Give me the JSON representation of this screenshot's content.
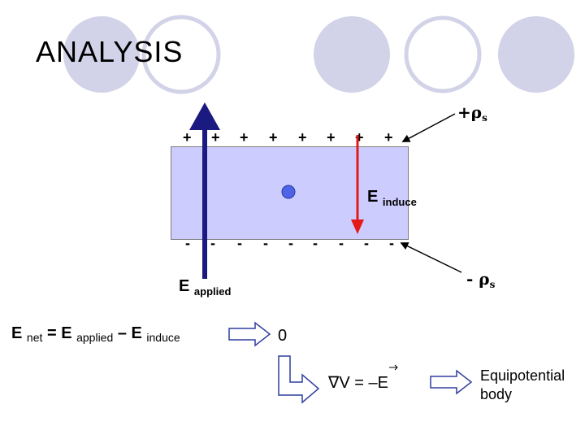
{
  "title": "ANALYSIS",
  "diagram": {
    "plus_signs": [
      "+",
      "+",
      "+",
      "+",
      "+",
      "+",
      "+",
      "+"
    ],
    "minus_signs": [
      "-",
      "-",
      "-",
      "-",
      "-",
      "-",
      "-",
      "-",
      "-"
    ],
    "rho_pos_label": "+ρ",
    "rho_pos_sub": "s",
    "rho_neg_label": "- ρ",
    "rho_neg_sub": "s",
    "e_induce_main": "E",
    "e_induce_sub": "induce",
    "e_applied_main": "E",
    "e_applied_sub": "applied",
    "colors": {
      "plate": "#ccccff",
      "applied_arrow": "#1a1a80",
      "induce_arrow": "#e61919",
      "charge_dot": "#4e63e6",
      "decorative_circles": "#d2d2e8"
    }
  },
  "equation": {
    "e1": "E",
    "s1": "net",
    "eq": "=",
    "e2": "E",
    "s2": "applied",
    "minus": "–",
    "e3": "E",
    "s3": "induce"
  },
  "result_zero": "0",
  "gradient_equation": "∇V = –E",
  "conclusion": [
    "Equipotential",
    "body"
  ]
}
